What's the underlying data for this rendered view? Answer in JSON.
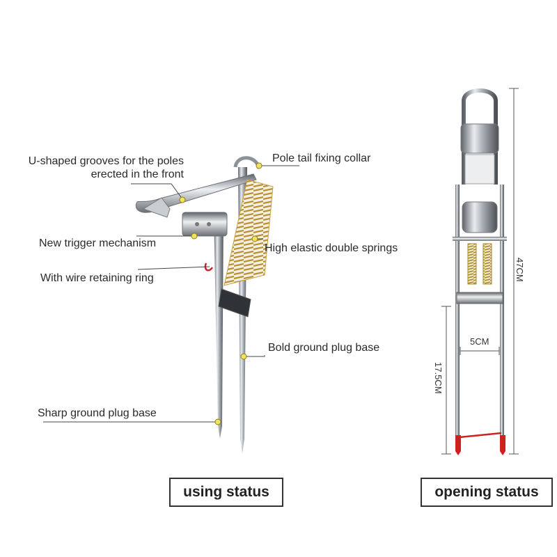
{
  "callouts": {
    "u_grooves_line1": "U-shaped grooves for the poles",
    "u_grooves_line2": "erected in the front",
    "tail_collar": "Pole tail fixing collar",
    "trigger": "New trigger mechanism",
    "springs": "High elastic  double springs",
    "wire_ring": "With wire retaining ring",
    "bold_base": "Bold ground plug base",
    "sharp_base": "Sharp ground plug base"
  },
  "dimensions": {
    "height": "47CM",
    "width": "5CM",
    "leg_length": "17.5CM"
  },
  "status": {
    "using": "using status",
    "opening": "opening status"
  },
  "colors": {
    "callout_dot": "#f1e35a",
    "leader_line": "#444444",
    "spring": "#c9a13c",
    "tip_red": "#cc2222",
    "metal": "#9aa0a6"
  }
}
